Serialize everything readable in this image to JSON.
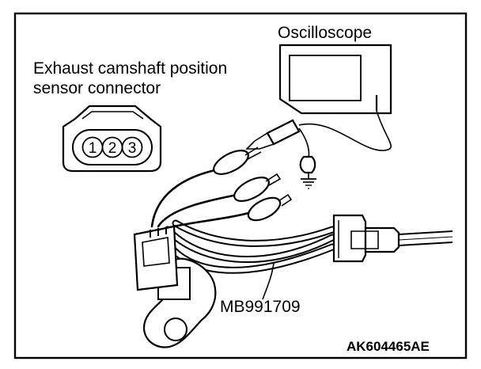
{
  "labels": {
    "oscilloscope": "Oscilloscope",
    "connector_line1": "Exhaust camshaft position",
    "connector_line2": "sensor connector",
    "harness": "MB991709",
    "figure_code": "AK604465AE"
  },
  "connector_pins": [
    "1",
    "2",
    "3"
  ]
}
